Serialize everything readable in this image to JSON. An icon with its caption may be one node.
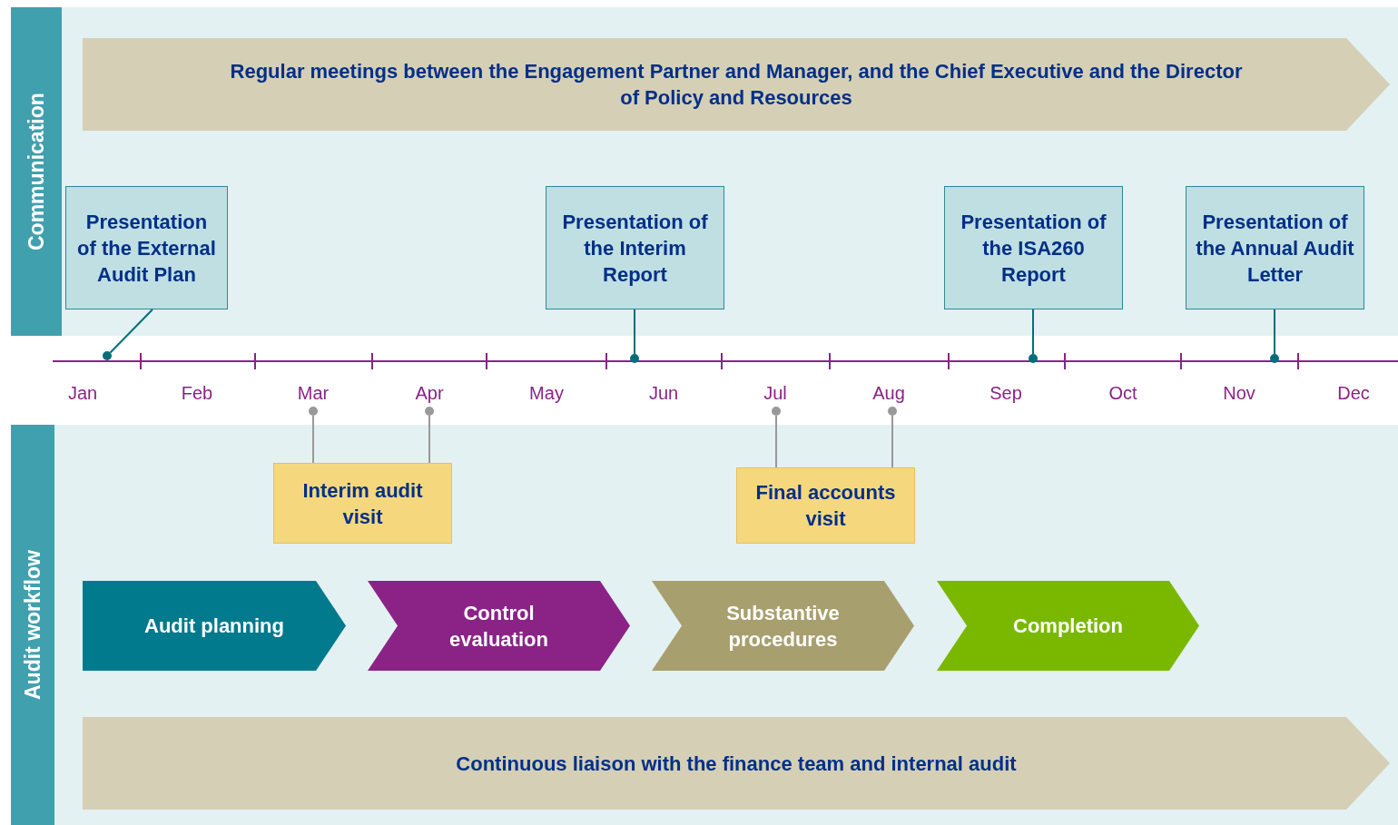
{
  "diagram": {
    "nodes": [
      {
        "text": [
          "Communication"
        ]
      },
      {
        "text": [
          "Regular meetings between the Engagement Partner and Manager, and the Chief Executive and the Director of Policy and Resources"
        ],
        "in": 0
      },
      {
        "text": [
          "Presentation of the External Audit Plan"
        ],
        "in": 0
      },
      {
        "text": [
          "Presentation of the Interim Report"
        ],
        "in": 0
      },
      {
        "text": [
          "Presentation of the ISA260 Report"
        ],
        "in": 0
      },
      {
        "text": [
          "Presentation of the Annual Audit Letter"
        ],
        "in": 0
      },
      {
        "text": [],
        "shape": "circle"
      },
      {
        "text": [],
        "shape": "circle"
      },
      {
        "text": [],
        "shape": "circle"
      },
      {
        "text": [],
        "shape": "circle"
      },
      {
        "text": [
          "Audit workflow"
        ]
      },
      {
        "text": [
          "Interim audit visit"
        ],
        "in": 10
      },
      {
        "text": [
          "Final accounts visit"
        ],
        "in": 10
      },
      {
        "text": [
          "Audit planning"
        ],
        "in": 10
      },
      {
        "text": [
          "Control evaluation"
        ],
        "in": 10
      },
      {
        "text": [
          "Substantive procedures"
        ],
        "in": 10
      },
      {
        "text": [
          "Completion"
        ],
        "in": 10
      },
      {
        "text": [
          "Continuous liaison with the finance team and internal audit"
        ],
        "in": 10
      },
      {
        "text": [],
        "shape": "circle"
      },
      {
        "text": [],
        "shape": "circle"
      },
      {
        "text": [],
        "shape": "circle"
      },
      {
        "text": [],
        "shape": "circle"
      }
    ],
    "edges": [
      {
        "from": 2,
        "to": 6,
        "arrow": "none"
      },
      {
        "from": 3,
        "to": 7,
        "arrow": "none"
      },
      {
        "from": 4,
        "to": 8,
        "arrow": "none"
      },
      {
        "from": 5,
        "to": 9,
        "arrow": "none"
      },
      {
        "from": 11,
        "to": 18,
        "arrow": "none",
        "color": "#999999"
      },
      {
        "from": 11,
        "to": 19,
        "arrow": "none",
        "color": "#999999"
      },
      {
        "from": 12,
        "to": 20,
        "arrow": "none",
        "color": "#999999"
      },
      {
        "from": 12,
        "to": 21,
        "arrow": "none",
        "color": "#999999"
      }
    ],
    "labels": [
      "Jan",
      "Feb",
      "Mar",
      "Apr",
      "May",
      "Jun",
      "Jul",
      "Aug",
      "Sep",
      "Oct",
      "Nov",
      "Dec"
    ]
  }
}
